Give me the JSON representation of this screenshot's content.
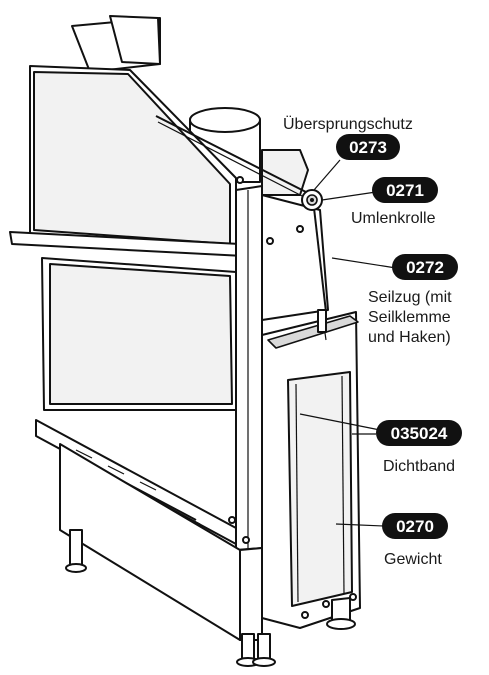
{
  "labels": {
    "uberschutz": "Übersprungschutz",
    "umlenkrolle": "Umlenkrolle",
    "seilzug_1": "Seilzug (mit",
    "seilzug_2": "Seilklemme",
    "seilzug_3": "und Haken)",
    "dichtband": "Dichtband",
    "gewicht": "Gewicht"
  },
  "parts": [
    {
      "code": "0273"
    },
    {
      "code": "0271"
    },
    {
      "code": "0272"
    },
    {
      "code": "035024"
    },
    {
      "code": "0270"
    }
  ],
  "colors": {
    "badge": "#111111",
    "line": "#111111",
    "background": "#ffffff"
  }
}
